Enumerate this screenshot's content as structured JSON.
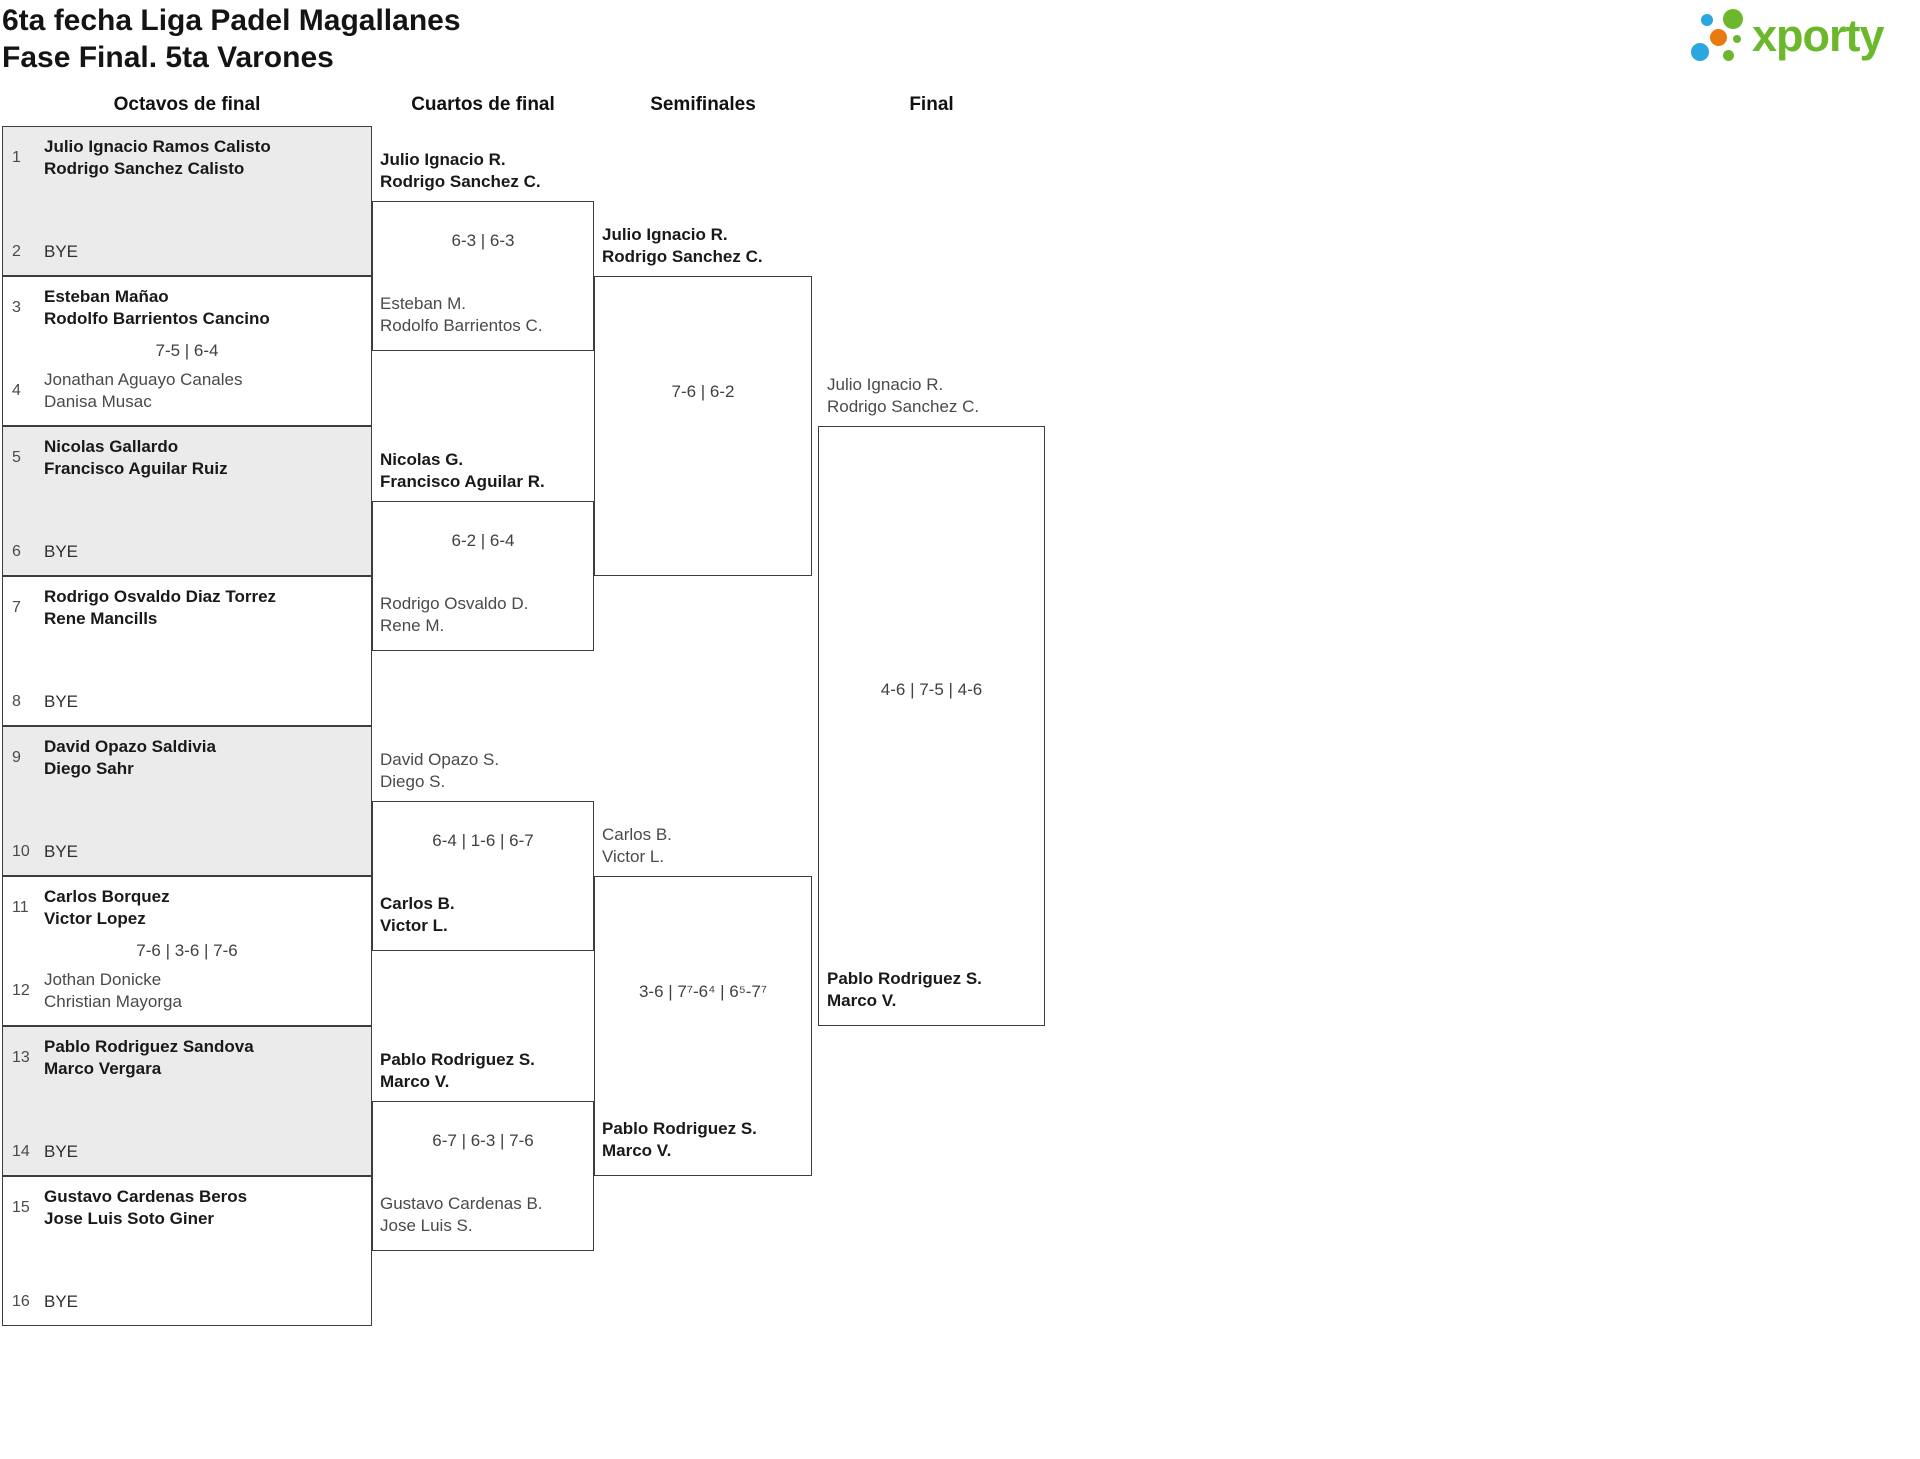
{
  "header": {
    "title_line1": "6ta fecha Liga Padel Magallanes",
    "title_line2": "Fase Final. 5ta Varones",
    "logo_text": "xporty",
    "logo_colors": {
      "green": "#6cb82c",
      "blue": "#2aa7df",
      "orange": "#e87a10"
    }
  },
  "rounds": {
    "octavos": {
      "label": "Octavos de final",
      "matches": [
        {
          "slots": [
            {
              "num": "1",
              "line1": "Julio Ignacio Ramos Calisto",
              "line2": "Rodrigo Sanchez Calisto",
              "winner": true
            },
            {
              "num": "2",
              "line1": "BYE",
              "bye": true
            }
          ]
        },
        {
          "score": "7-5 | 6-4",
          "slots": [
            {
              "num": "3",
              "line1": "Esteban Mañao",
              "line2": "Rodolfo Barrientos Cancino",
              "winner": true
            },
            {
              "num": "4",
              "line1": "Jonathan Aguayo Canales",
              "line2": "Danisa Musac",
              "winner": false
            }
          ]
        },
        {
          "slots": [
            {
              "num": "5",
              "line1": "Nicolas Gallardo",
              "line2": "Francisco Aguilar Ruiz",
              "winner": true
            },
            {
              "num": "6",
              "line1": "BYE",
              "bye": true
            }
          ]
        },
        {
          "slots": [
            {
              "num": "7",
              "line1": "Rodrigo Osvaldo Diaz Torrez",
              "line2": "Rene Mancills",
              "winner": true
            },
            {
              "num": "8",
              "line1": "BYE",
              "bye": true
            }
          ]
        },
        {
          "slots": [
            {
              "num": "9",
              "line1": "David Opazo Saldivia",
              "line2": "Diego Sahr",
              "winner": true
            },
            {
              "num": "10",
              "line1": "BYE",
              "bye": true
            }
          ]
        },
        {
          "score": "7-6 | 3-6 | 7-6",
          "slots": [
            {
              "num": "11",
              "line1": "Carlos Borquez",
              "line2": "Victor Lopez",
              "winner": true
            },
            {
              "num": "12",
              "line1": "Jothan Donicke",
              "line2": "Christian Mayorga",
              "winner": false
            }
          ]
        },
        {
          "slots": [
            {
              "num": "13",
              "line1": "Pablo Rodriguez Sandova",
              "line2": "Marco Vergara",
              "winner": true
            },
            {
              "num": "14",
              "line1": "BYE",
              "bye": true
            }
          ]
        },
        {
          "slots": [
            {
              "num": "15",
              "line1": "Gustavo Cardenas Beros",
              "line2": "Jose Luis Soto Giner",
              "winner": true
            },
            {
              "num": "16",
              "line1": "BYE",
              "bye": true
            }
          ]
        }
      ]
    },
    "cuartos": {
      "label": "Cuartos de final",
      "matches": [
        {
          "score": "6-3 | 6-3",
          "top": {
            "line1": "Julio Ignacio R.",
            "line2": "Rodrigo Sanchez C.",
            "winner": true
          },
          "bottom": {
            "line1": "Esteban M.",
            "line2": "Rodolfo Barrientos C.",
            "winner": false
          }
        },
        {
          "score": "6-2 | 6-4",
          "top": {
            "line1": "Nicolas G.",
            "line2": "Francisco Aguilar R.",
            "winner": true
          },
          "bottom": {
            "line1": "Rodrigo Osvaldo D.",
            "line2": "Rene M.",
            "winner": false
          }
        },
        {
          "score": "6-4 | 1-6 | 6-7",
          "top": {
            "line1": "David Opazo S.",
            "line2": "Diego S.",
            "winner": false
          },
          "bottom": {
            "line1": "Carlos B.",
            "line2": "Victor L.",
            "winner": true
          }
        },
        {
          "score": "6-7 | 6-3 | 7-6",
          "top": {
            "line1": "Pablo Rodriguez S.",
            "line2": "Marco V.",
            "winner": true
          },
          "bottom": {
            "line1": "Gustavo Cardenas B.",
            "line2": "Jose Luis S.",
            "winner": false
          }
        }
      ]
    },
    "semifinales": {
      "label": "Semifinales",
      "matches": [
        {
          "score": "7-6 | 6-2",
          "top": {
            "line1": "Julio Ignacio R.",
            "line2": "Rodrigo Sanchez C.",
            "winner": true
          }
        },
        {
          "score": "3-6 | 7⁷-6⁴ | 6⁵-7⁷",
          "top": {
            "line1": "Carlos B.",
            "line2": "Victor L.",
            "winner": false
          },
          "bottom": {
            "line1": "Pablo Rodriguez S.",
            "line2": "Marco V.",
            "winner": true
          }
        }
      ]
    },
    "final_round": {
      "label": "Final",
      "match": {
        "score": "4-6 | 7-5 | 4-6",
        "top": {
          "line1": "Julio Ignacio R.",
          "line2": "Rodrigo Sanchez C.",
          "winner": false
        },
        "bottom": {
          "line1": "Pablo Rodriguez S.",
          "line2": "Marco V.",
          "winner": true
        }
      }
    }
  }
}
